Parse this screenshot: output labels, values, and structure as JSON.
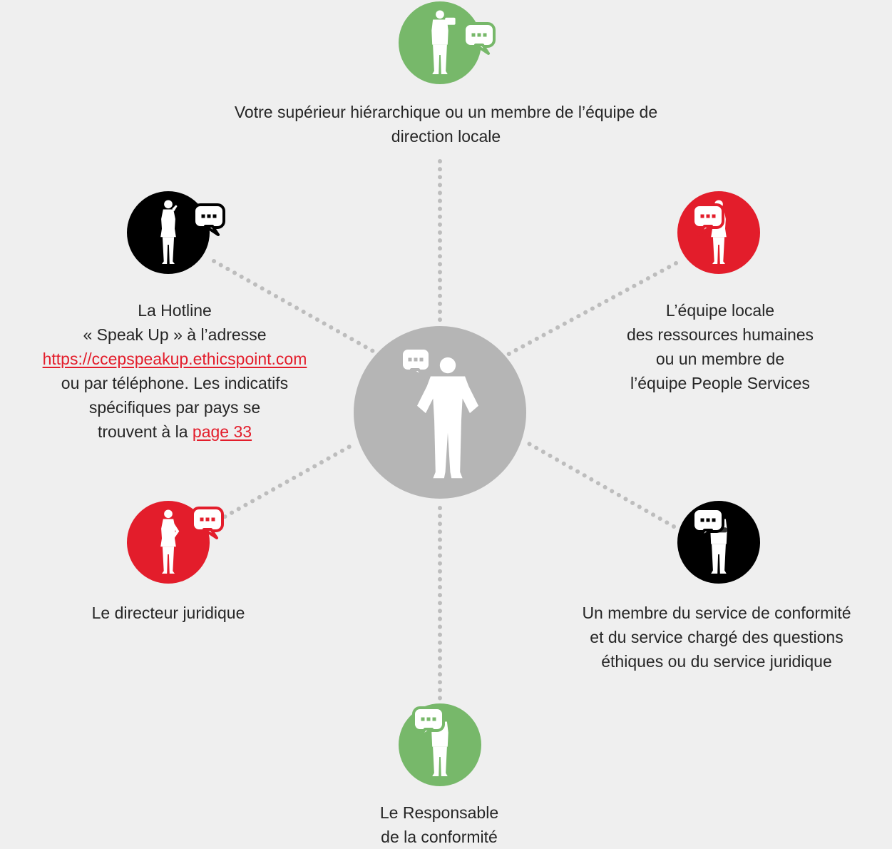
{
  "colors": {
    "background": "#efefef",
    "center": "#b5b5b5",
    "green": "#77b86a",
    "red": "#e31d2b",
    "black": "#000000",
    "connector": "#bdbdbd",
    "text": "#262626",
    "link": "#e31d2b"
  },
  "center": {
    "icon": "person-hands-on-hips-icon",
    "bubble_icon": "speech-bubble-icon"
  },
  "nodes": [
    {
      "id": "manager",
      "color": "green",
      "icon": "person-with-camera-icon",
      "lines": [
        "Votre supérieur hiérarchique ou un membre de l’équipe de",
        "direction locale"
      ]
    },
    {
      "id": "hr",
      "color": "red",
      "icon": "woman-standing-icon",
      "lines": [
        "L’équipe locale",
        "des ressources humaines",
        "ou un membre de",
        "l’équipe People Services"
      ]
    },
    {
      "id": "compliance-ethics-legal",
      "color": "black",
      "icon": "man-arms-crossed-icon",
      "lines": [
        "Un membre du service de conformité",
        "et du service chargé des questions",
        "éthiques ou du service juridique"
      ]
    },
    {
      "id": "compliance-officer",
      "color": "green",
      "icon": "man-standing-icon",
      "lines": [
        "Le Responsable",
        "de la conformité"
      ]
    },
    {
      "id": "legal-director",
      "color": "red",
      "icon": "woman-hand-on-hip-icon",
      "lines": [
        "Le directeur juridique"
      ]
    },
    {
      "id": "hotline",
      "color": "black",
      "icon": "woman-on-phone-icon",
      "lines": [
        "La Hotline",
        "« Speak Up » à l’adresse"
      ],
      "link": "https://ccepspeakup.ethicspoint.com",
      "after_link": [
        "ou par téléphone. Les indicatifs",
        "spécifiques par pays se"
      ],
      "last_prefix": "trouvent à la ",
      "page_link": "page 33"
    }
  ]
}
